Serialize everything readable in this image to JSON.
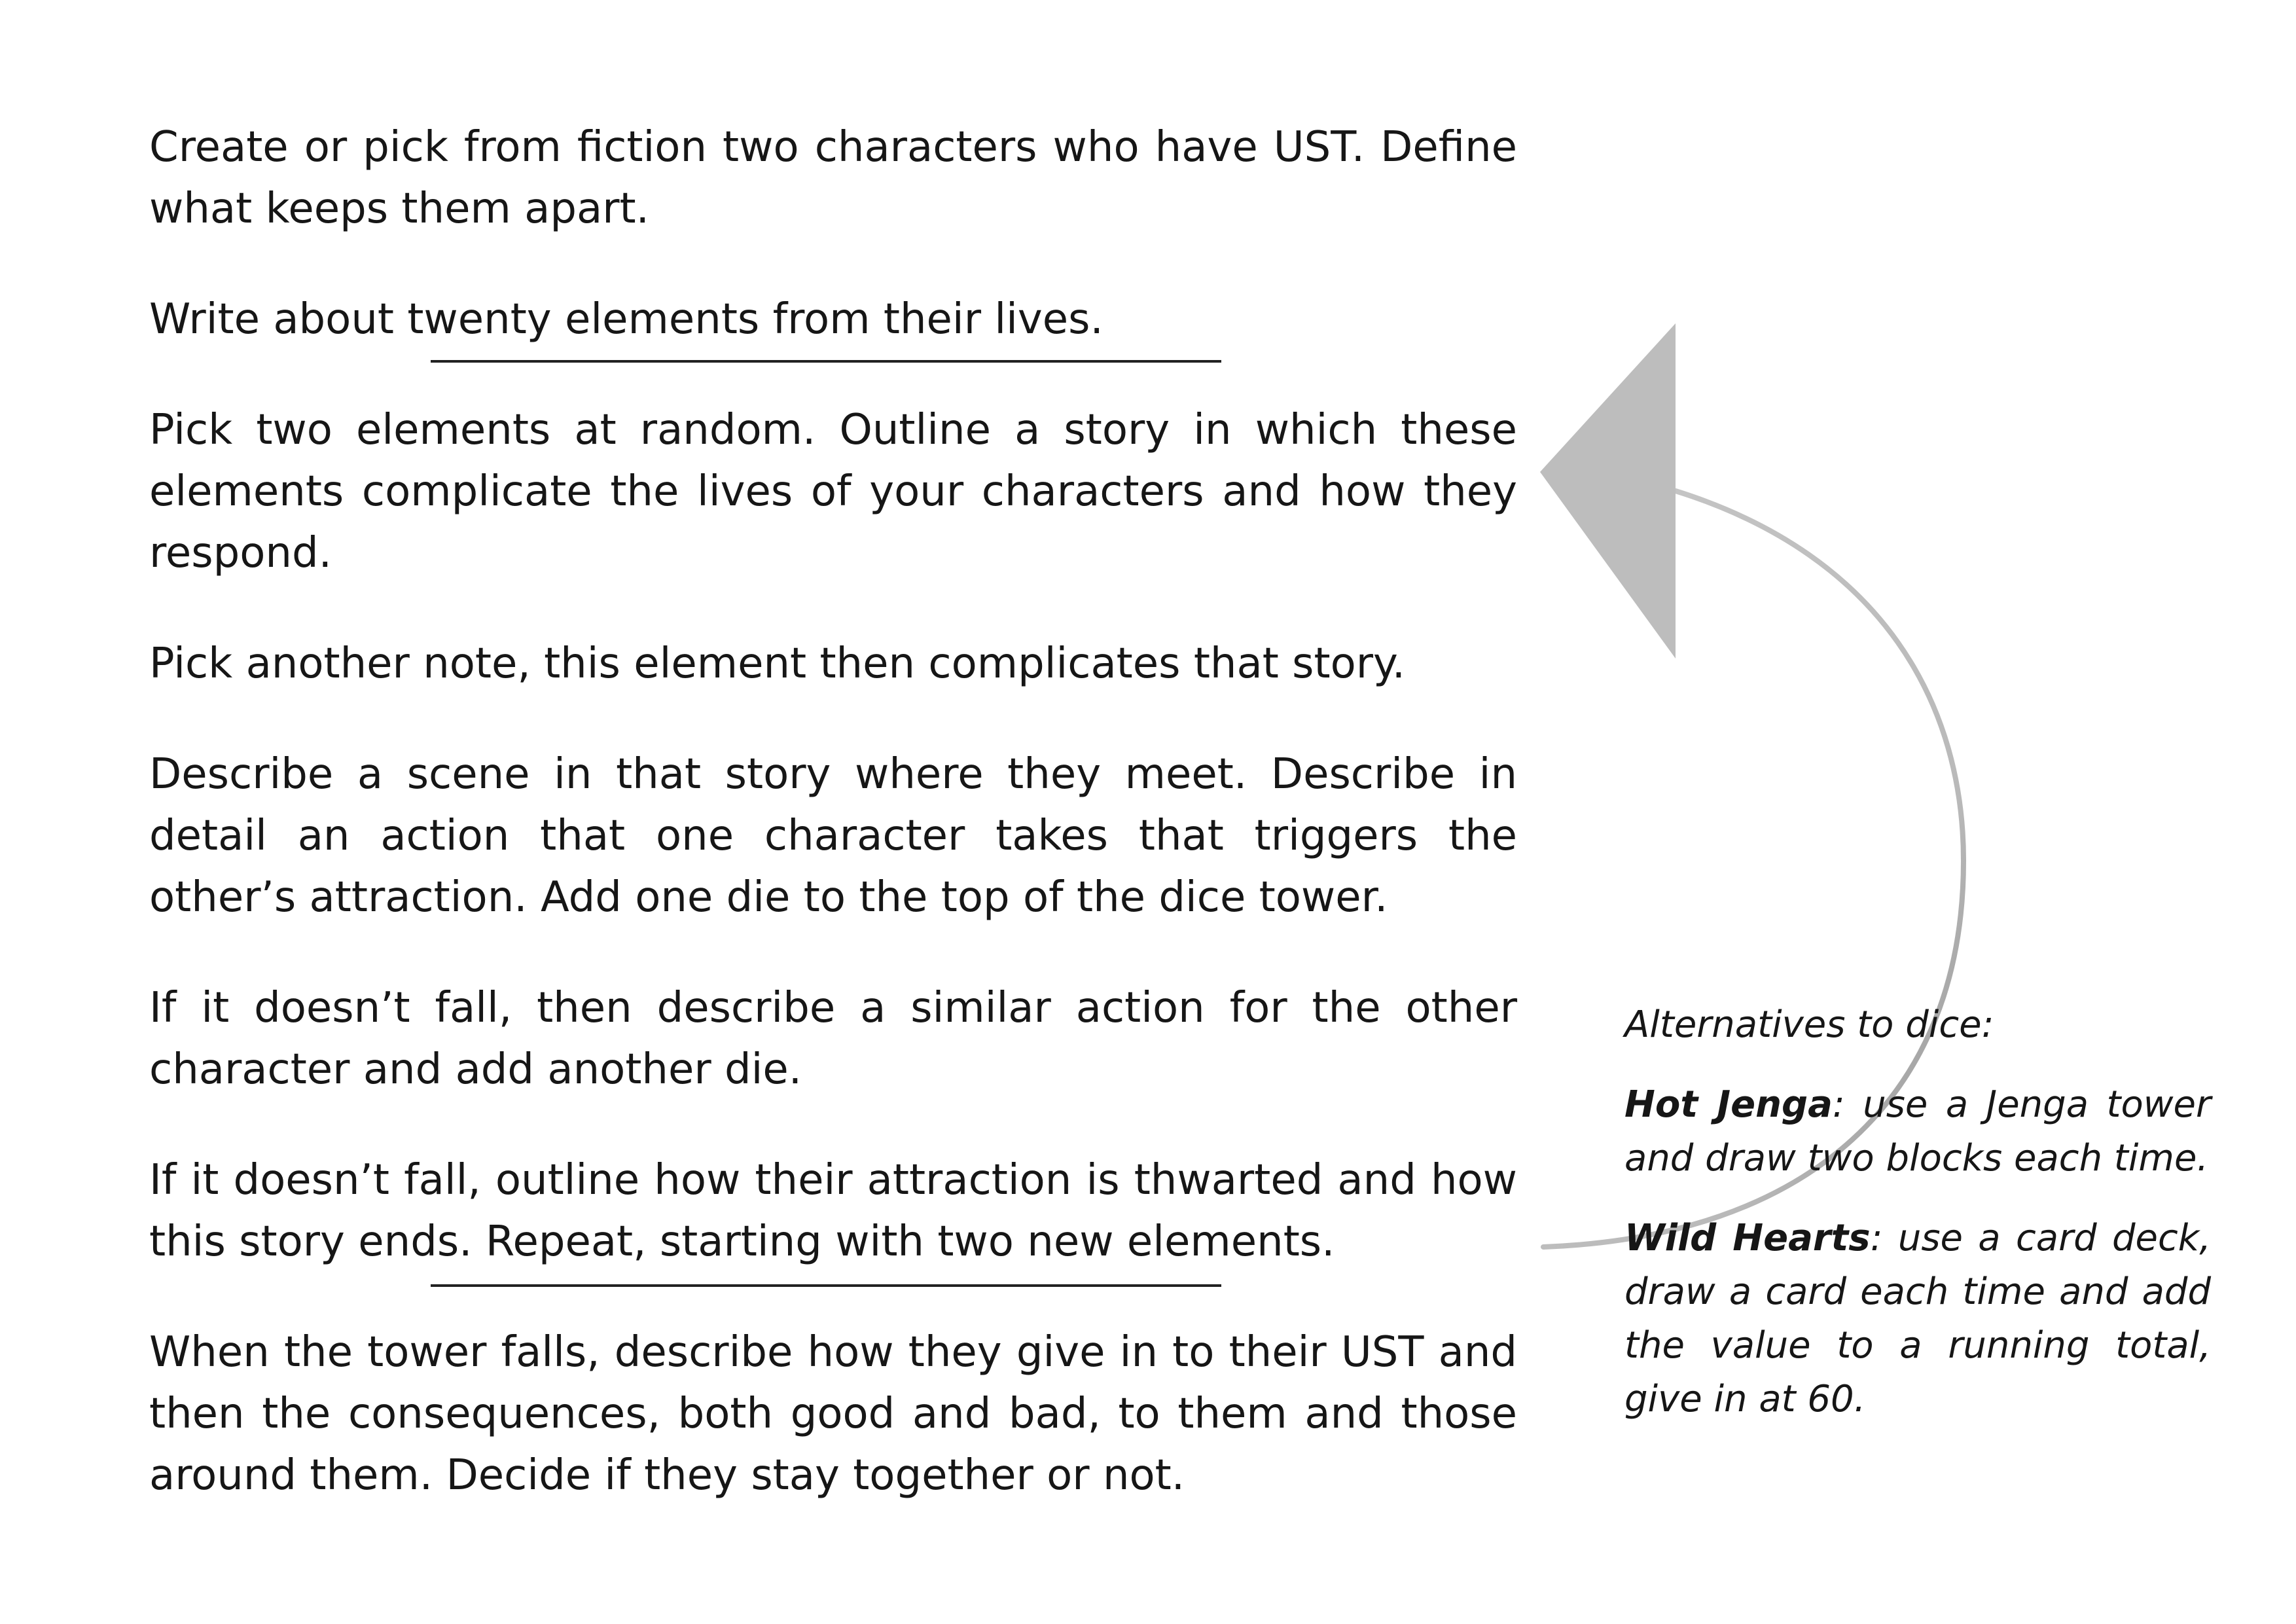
{
  "instructions": [
    "Create or pick from fiction two characters who have UST. Define what keeps them apart.",
    "Write about twenty elements from their lives.",
    "Pick two elements at random. Outline a story in which these elements complicate the lives of your characters and how they respond.",
    "Pick another note, this element then complicates that story.",
    "Describe a scene in that story where they meet. Describe in detail an action that one character takes that triggers the other’s attraction. Add one die to the top of the dice tower.",
    "If it doesn’t fall, then describe a similar action for the other character and add another die.",
    "If it doesn’t fall, outline how their attraction is thwarted and how this story ends. Repeat, starting with two new elements.",
    "When the tower falls, describe how they give in to their UST and then the consequences, both good and bad, to them and those around them. Decide if they stay together or not."
  ],
  "sidebar": {
    "intro": "Alternatives to dice:",
    "alternatives": [
      {
        "name": "Hot Jenga",
        "description": ": use a Jenga tower and draw two blocks each time."
      },
      {
        "name": "Wild Hearts",
        "description": ": use a card deck, draw a card each time and add the value to a running total, give in at 60."
      }
    ]
  },
  "colors": {
    "text": "#161616",
    "arrow_fill": "#bdbdbd",
    "arrow_line": "#b8b8b8",
    "rule": "#222222"
  },
  "icons": {
    "loop": "loop-arrow-icon"
  }
}
